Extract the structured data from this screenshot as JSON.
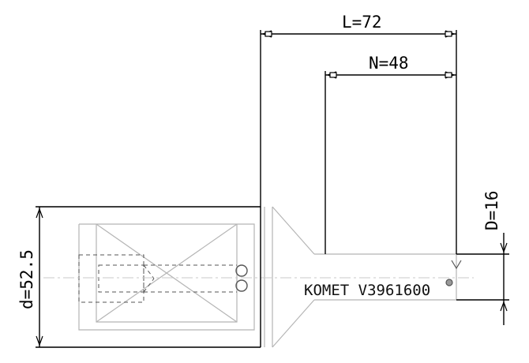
{
  "dimensions": {
    "overall_length": "L=72",
    "usable_length": "N=48",
    "bore_diameter": "D=16",
    "shank_diameter": "d=52.5"
  },
  "part_marking": "KOMET V3961600",
  "colors": {
    "dimension_lines": "#000000",
    "outline": "#b5b5b5",
    "hidden_lines": "#555555",
    "centerline": "#c8c8c8"
  }
}
